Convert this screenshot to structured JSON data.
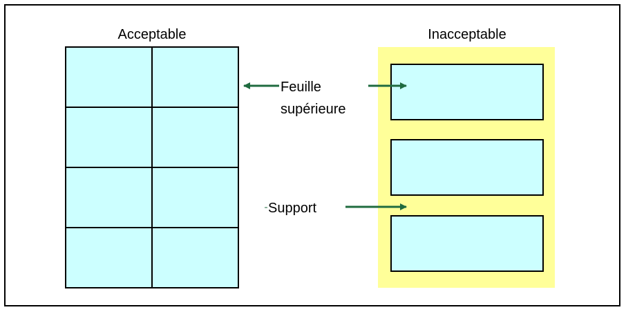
{
  "acceptable": {
    "title": "Acceptable"
  },
  "inacceptable": {
    "title": "Inacceptable"
  },
  "labels": {
    "feuille_line1": "Feuille",
    "feuille_line2": "supérieure",
    "support": "Support"
  },
  "colors": {
    "label_fill": "#ccffff",
    "backing_fill": "#ffff99",
    "arrow": "#1f6b3f",
    "border": "#000000"
  }
}
